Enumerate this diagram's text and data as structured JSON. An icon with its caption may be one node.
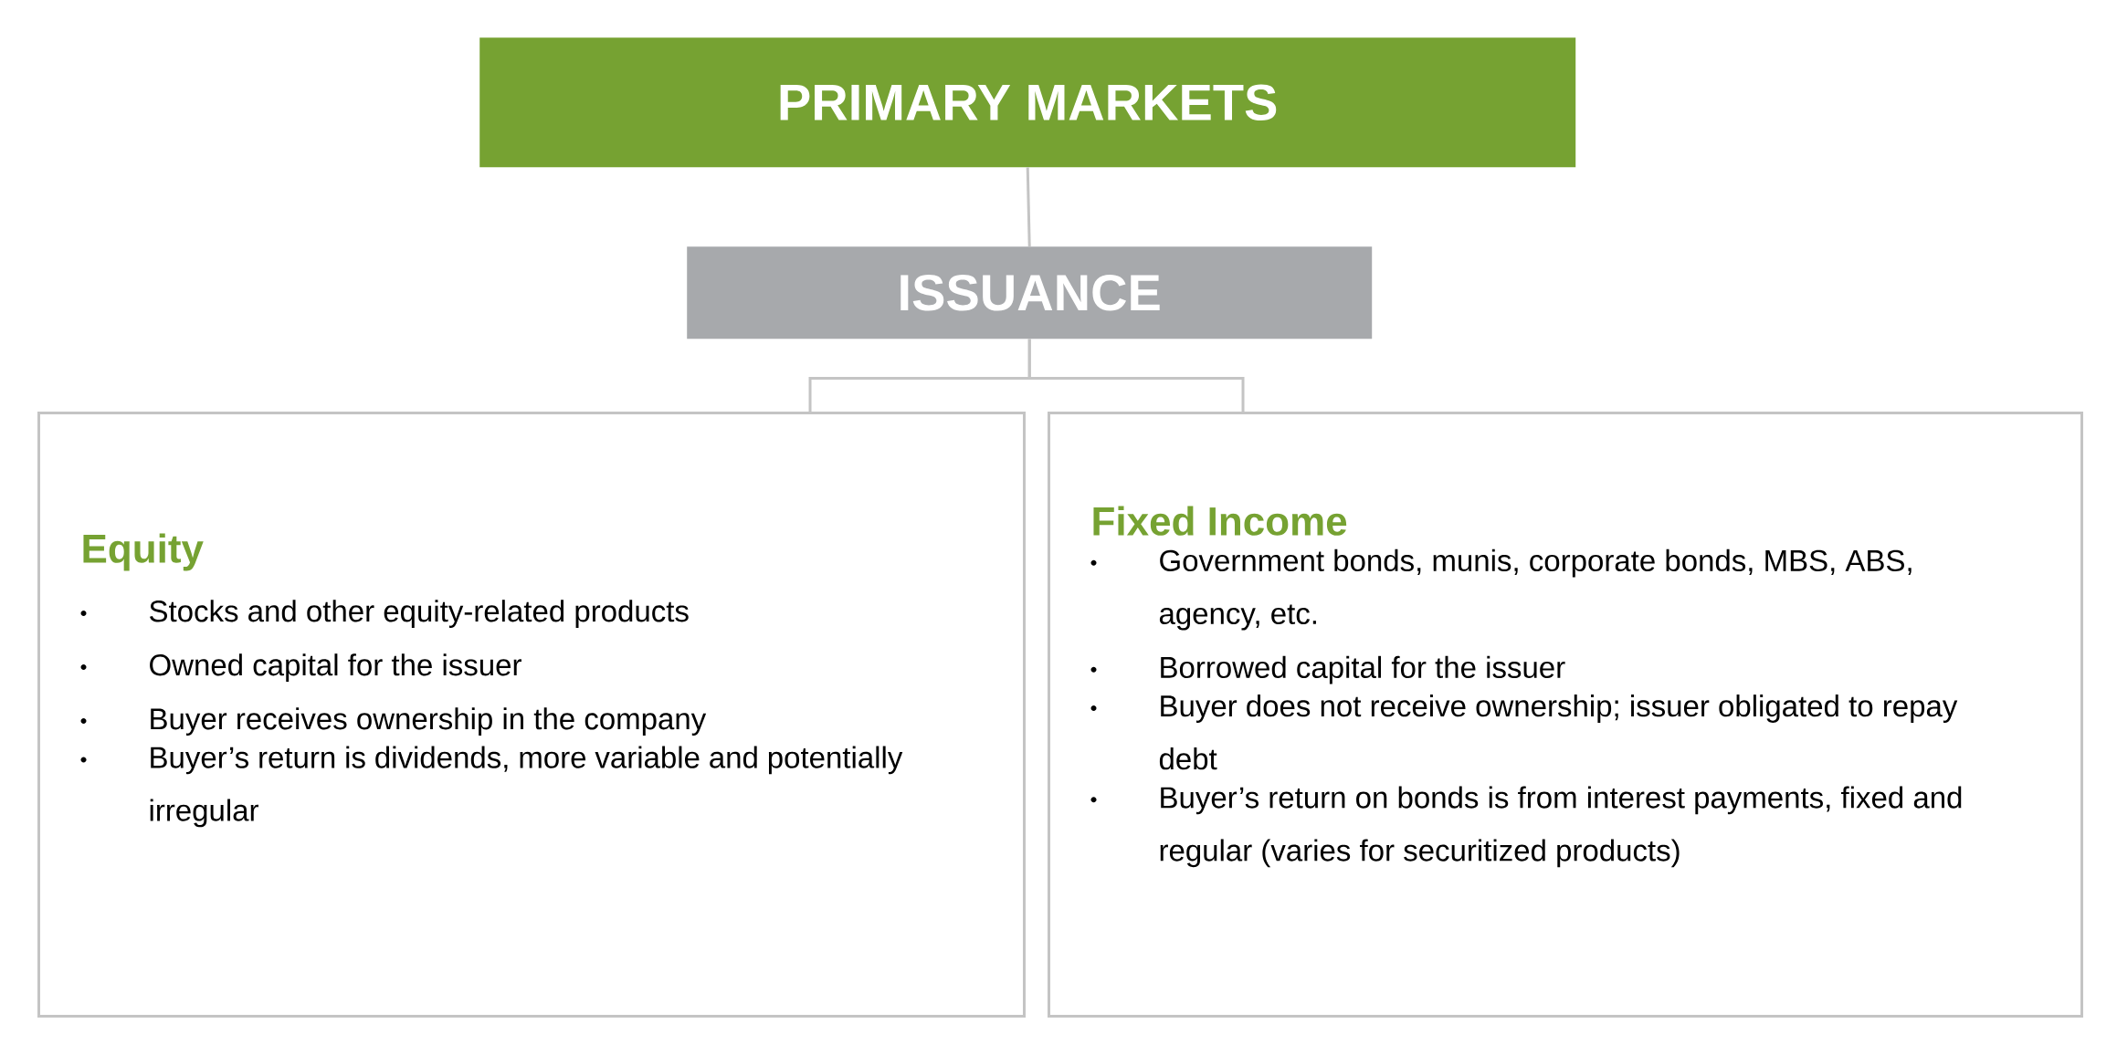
{
  "diagram": {
    "nodes": [
      {
        "text": [
          "PRIMARY MARKETS"
        ]
      },
      {
        "text": [
          "ISSUANCE"
        ]
      },
      {
        "text": [
          "Equity",
          "Stocks and other equity-related products",
          "Owned capital for the issuer",
          "Buyer receives ownership in the company",
          "Buyer’s return is dividends, more variable and potentially irregular"
        ]
      },
      {
        "text": [
          "Fixed Income",
          "Government bonds, munis, corporate bonds, MBS, ABS, agency, etc.",
          "Borrowed capital for the issuer",
          "Buyer does not receive ownership; issuer obligated to repay debt",
          "Buyer’s return on bonds is from interest payments, fixed and regular (varies for securitized products)"
        ]
      }
    ],
    "edges": [
      {
        "from": 0,
        "to": 1,
        "arrow": "none"
      },
      {
        "from": 1,
        "to": 2,
        "arrow": "none"
      },
      {
        "from": 1,
        "to": 3,
        "arrow": "none"
      }
    ]
  }
}
